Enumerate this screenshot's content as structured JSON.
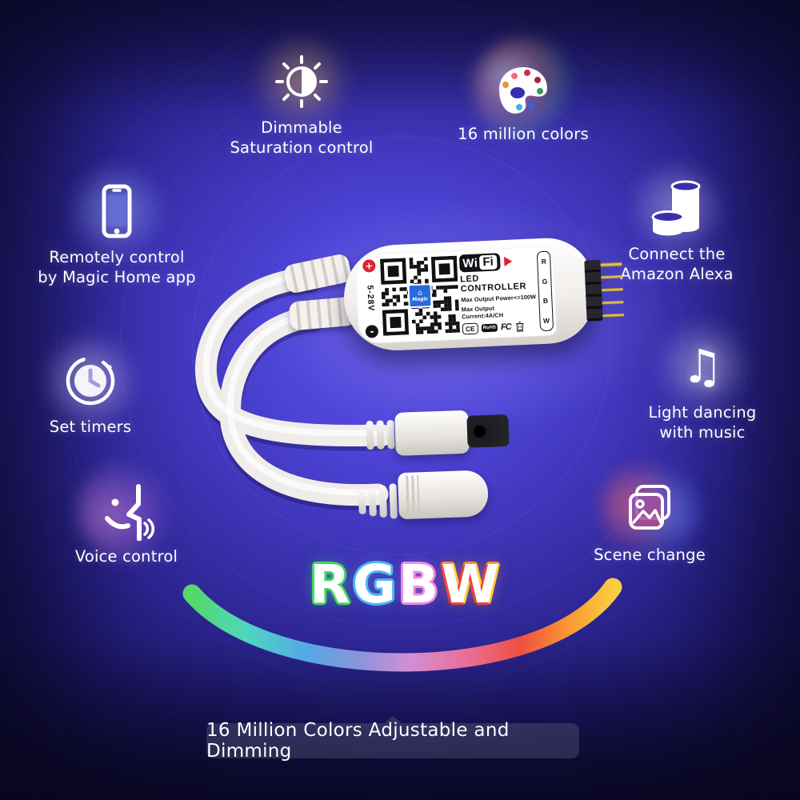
{
  "features": {
    "dimmable": {
      "icon": "brightness-contrast-icon",
      "lines": [
        "Dimmable",
        "Saturation control"
      ]
    },
    "colors16m": {
      "icon": "palette-icon",
      "lines": [
        "16 million colors"
      ]
    },
    "remote": {
      "icon": "smartphone-icon",
      "lines": [
        "Remotely control",
        "by  Magic Home app"
      ]
    },
    "alexa": {
      "icon": "echo-speaker-icon",
      "lines": [
        "Connect the",
        "Amazon Alexa"
      ]
    },
    "timers": {
      "icon": "timer-clock-icon",
      "lines": [
        "Set timers"
      ]
    },
    "music": {
      "icon": "music-note-icon",
      "glyph": "♫",
      "lines": [
        "Light dancing",
        "with music"
      ]
    },
    "voice": {
      "icon": "voice-profile-icon",
      "lines": [
        "Voice control"
      ]
    },
    "scene": {
      "icon": "photo-stack-icon",
      "lines": [
        "Scene change"
      ]
    }
  },
  "device": {
    "wifi_wi": "Wi",
    "wifi_fi": "Fi",
    "name": "LED CONTROLLER",
    "spec_power": "Max Output Power<=100W",
    "spec_current": "Max Output Current:4A/CH",
    "voltage": "5-28V",
    "polarity_plus": "+",
    "polarity_minus": "-",
    "channel_letters": [
      "R",
      "G",
      "B",
      "W"
    ],
    "cert_ce": "CE",
    "cert_rohs": "RoHS",
    "cert_fcc": "FC",
    "qr_logo_house": "⌂",
    "qr_logo_text": "Magic"
  },
  "rgbw_title": {
    "letters": [
      "R",
      "G",
      "B",
      "W"
    ]
  },
  "banner": {
    "text": "16 Million Colors Adjustable and Dimming"
  },
  "colors": {
    "plus_red": "#e3222f",
    "wifi_black": "#121216",
    "bg_hole": "#392fae",
    "rgbw_r": "#3ed65e",
    "rgbw_g": "#4fb6f0",
    "rgbw_b": "#ee8ee2",
    "rgbw_w1": "#f2423a",
    "rgbw_w2": "#ffd23e",
    "rgbw_w3": "#ff8c2e",
    "pill_bg": "rgba(255,255,255,0.13)"
  },
  "arc_gradient": [
    "#55dd66",
    "#4fdcc3",
    "#55ace8",
    "#8f97dd",
    "#d792d6",
    "#ef7094",
    "#f6503f",
    "#ff9a2e",
    "#ffd23e"
  ]
}
